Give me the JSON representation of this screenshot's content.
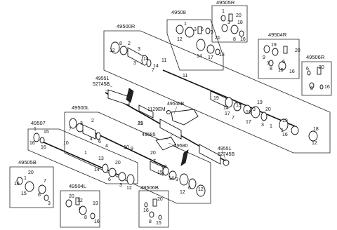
{
  "diagram": {
    "callouts": {
      "c49508": "49508",
      "c49505R": "49505R",
      "c49500R": "49500R",
      "c49504R": "49504R",
      "c49506R": "49506R",
      "c49551a": "49551",
      "c52745Ba": "52745B",
      "c49548B": "49548B",
      "c1129EM": "1129EM",
      "c49500L": "49500L",
      "c49507": "49507",
      "c49585": "49585",
      "c49580": "49580",
      "c49551b": "49551",
      "c52745Bb": "52745B",
      "c49505B": "49505B",
      "c49504L": "49504L",
      "c49506B": "49506B"
    },
    "refs": [
      "1",
      "2",
      "3",
      "4",
      "5",
      "6",
      "7",
      "8",
      "9",
      "10",
      "11",
      "12",
      "13",
      "14",
      "15",
      "16",
      "17",
      "18",
      "19",
      "20",
      "21"
    ]
  }
}
